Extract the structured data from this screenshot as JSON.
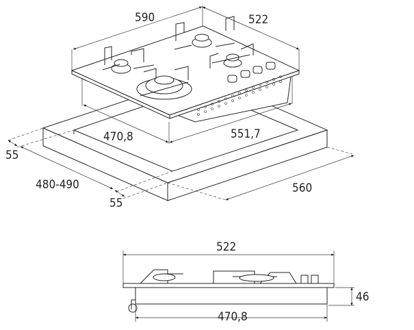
{
  "top_view": {
    "dims": {
      "width_hob": "590",
      "depth_hob": "522",
      "cutout_depth_inner": "470,8",
      "cutout_width_inner": "551,7",
      "clearance_left": "55",
      "cutout_depth": "480-490",
      "clearance_front": "55",
      "cutout_width": "560"
    }
  },
  "side_view": {
    "dims": {
      "width_top": "522",
      "height": "46",
      "width_bottom": "470,8"
    }
  }
}
